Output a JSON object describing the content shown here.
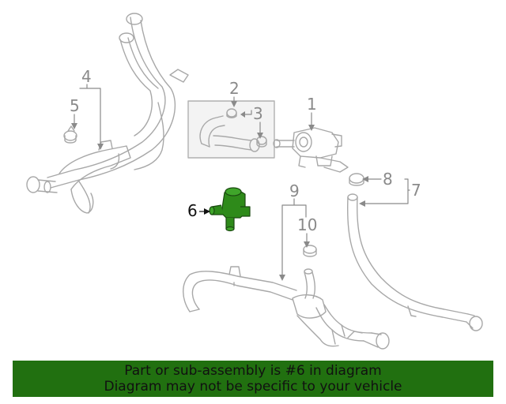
{
  "callouts": {
    "c1": "1",
    "c2": "2",
    "c3": "3",
    "c4": "4",
    "c5": "5",
    "c6": "6",
    "c7": "7",
    "c8": "8",
    "c9": "9",
    "c10": "10"
  },
  "banner": {
    "line1": "Part or sub-assembly is #6 in diagram",
    "line2": "Diagram may not be specific to your vehicle"
  },
  "colors": {
    "line_art": "#a8a8a8",
    "callout_text": "#8a8a8a",
    "highlight_part": "#2e8a1a",
    "banner_bg": "#217010"
  }
}
